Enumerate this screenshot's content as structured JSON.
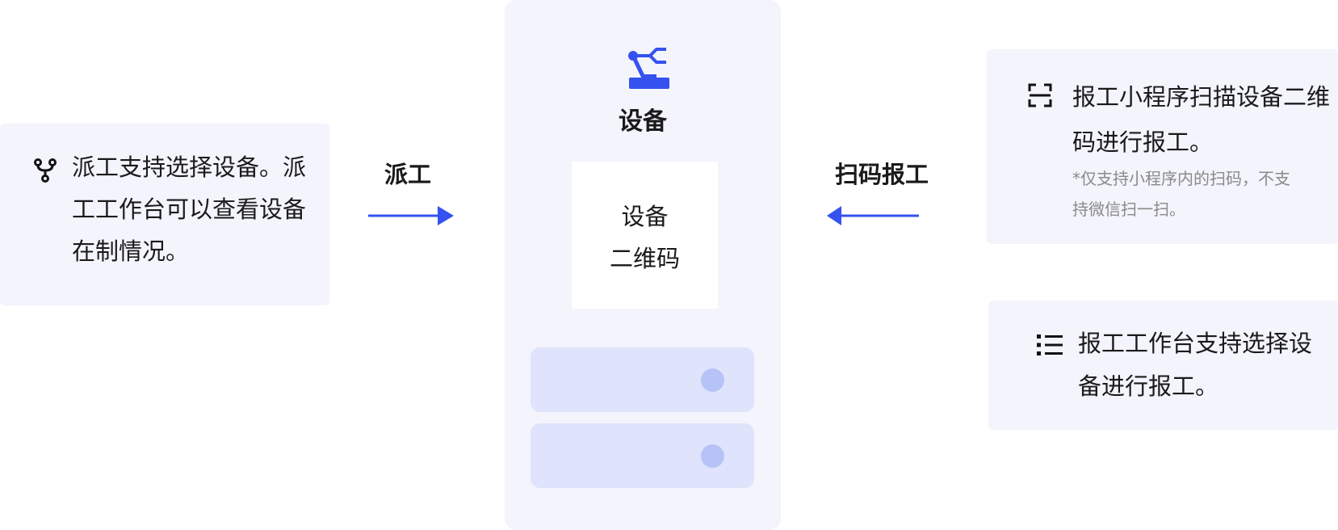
{
  "left_card": {
    "icon": "fork-icon",
    "text": "派工支持选择设备。派工工作台可以查看设备在制情况。"
  },
  "dispatch": {
    "label": "派工"
  },
  "center": {
    "icon": "robot-arm-icon",
    "title": "设备",
    "qr_line1": "设备",
    "qr_line2": "二维码"
  },
  "scan": {
    "label": "扫码报工"
  },
  "right_top": {
    "icon": "scan-icon",
    "text": "报工小程序扫描设备二维码进行报工。",
    "note": "*仅支持小程序内的扫码，不支持微信扫一扫。"
  },
  "right_bottom": {
    "icon": "list-icon",
    "text": "报工工作台支持选择设备进行报工。"
  },
  "colors": {
    "accent": "#3552f0",
    "panel": "#f3f4fc",
    "row": "#dfe3fb",
    "dot": "#b6c3f6",
    "note": "#8a8a8a"
  }
}
